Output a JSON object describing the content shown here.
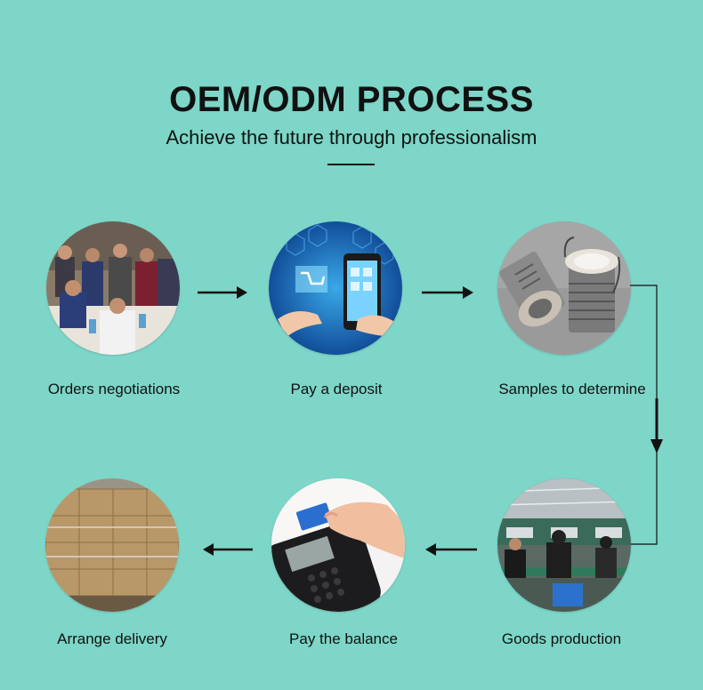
{
  "title": "OEM/ODM PROCESS",
  "subtitle": "Achieve the future through professionalism",
  "steps": [
    {
      "label": "Orders negotiations",
      "image": "people-meeting-photo"
    },
    {
      "label": "Pay a deposit",
      "image": "mobile-payment-photo"
    },
    {
      "label": "Samples to determine",
      "image": "downlight-samples-photo"
    },
    {
      "label": "Goods production",
      "image": "factory-production-photo"
    },
    {
      "label": "Pay the balance",
      "image": "card-terminal-photo"
    },
    {
      "label": "Arrange delivery",
      "image": "stacked-cartons-photo"
    }
  ],
  "colors": {
    "background": "#7dd6c8",
    "text": "#111111",
    "arrow": "#111111"
  }
}
